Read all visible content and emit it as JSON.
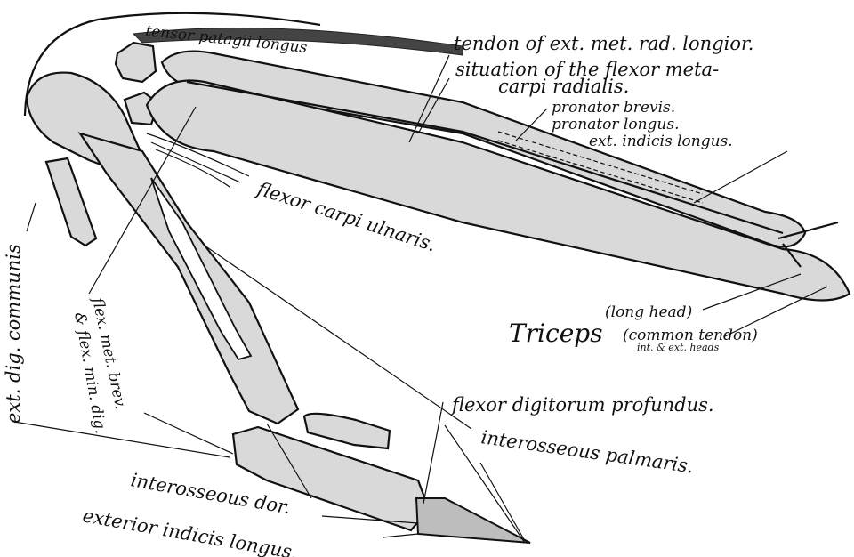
{
  "labels": {
    "tensor_patagii_longus": "tensor patagii longus",
    "tendon_ext_met_rad_longior": "tendon of ext. met. rad. longior.",
    "situation_flexor_meta": "situation of the flexor meta-",
    "carpi_radialis": "carpi radialis.",
    "pronator_brevis": "pronator brevis.",
    "pronator_longus": "pronator longus.",
    "ext_indicis_longus": "ext. indicis longus.",
    "flexor_carpi_ulnaris": "flexor carpi ulnaris.",
    "long_head": "(long head)",
    "triceps": "Triceps",
    "common_tendon": "(common tendon)",
    "int_ext_heads": "int. & ext. heads",
    "ext_dig_communis": "ext. dig. communis",
    "flex_met_brev": "flex. met. brev.",
    "flex_min_dig": "& flex. min. dig.",
    "flexor_digitorum_profundus": "flexor digitorum profundus.",
    "interosseous_palmaris": "interosseous palmaris.",
    "interosseous_dor": "interosseous dor.",
    "exterior_indicis_longus": "exterior indicis longus."
  }
}
